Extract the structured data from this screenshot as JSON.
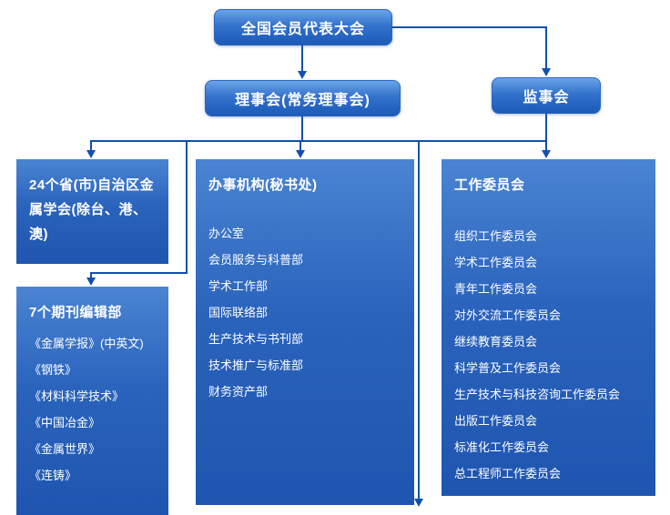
{
  "nodes": {
    "congress": {
      "label": "全国会员代表大会"
    },
    "council": {
      "label": "理事会(常务理事会)"
    },
    "supervisors": {
      "label": "监事会"
    }
  },
  "boxes": {
    "provincial": {
      "title": "24个省(市)自治区金属学会(除台、港、澳)"
    },
    "journals": {
      "title": "7个期刊编辑部",
      "items": [
        "《金属学报》(中英文)",
        "《钢铁》",
        "《材料科学技术》",
        "《中国冶金》",
        "《金属世界》",
        "《连铸》"
      ]
    },
    "secretariat": {
      "title": "办事机构(秘书处)",
      "items": [
        "办公室",
        "会员服务与科普部",
        "学术工作部",
        "国际联络部",
        "生产技术与书刊部",
        "技术推广与标准部",
        "财务资产部"
      ]
    },
    "committees": {
      "title": "工作委员会",
      "items": [
        "组织工作委员会",
        "学术工作委员会",
        "青年工作委员会",
        "对外交流工作委员会",
        "继续教育委员会",
        "科学普及工作委员会",
        "生产技术与科技咨询工作委员会",
        "出版工作委员会",
        "标准化工作委员会",
        "总工程师工作委员会"
      ]
    }
  },
  "colors": {
    "line": "#1150b0",
    "node_top": "#6aa4e8",
    "node_bottom": "#1b5ab8",
    "panel_top": "#4a84d2",
    "panel_bottom": "#1e55b0"
  }
}
